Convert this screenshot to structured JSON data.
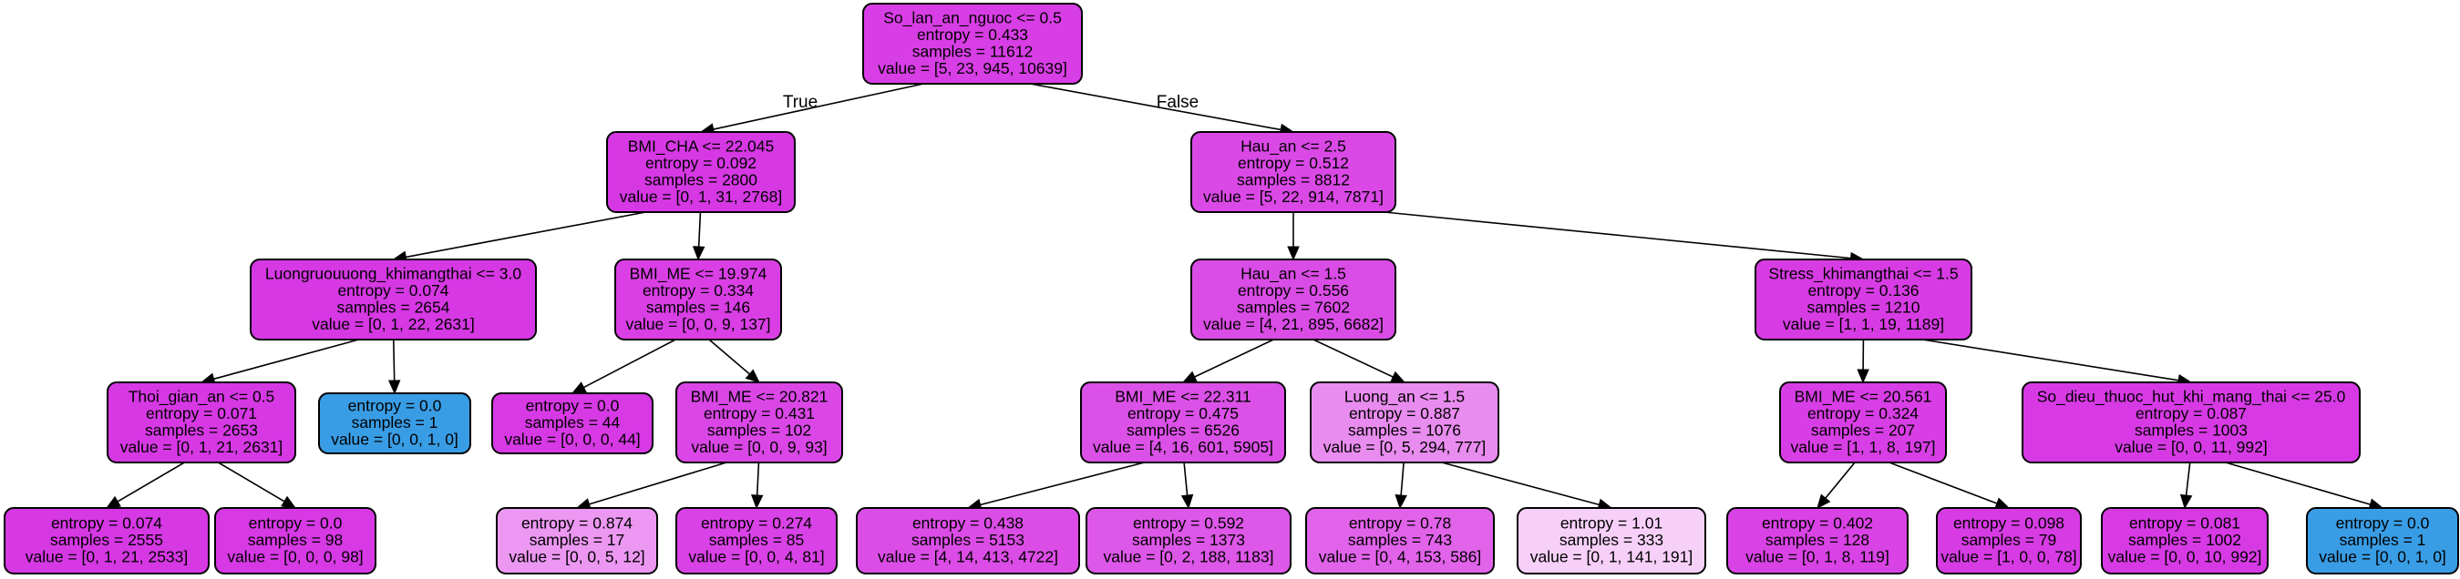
{
  "tree": {
    "nodes": [
      {
        "id": "n0",
        "fill": "#d83ee5",
        "lines": [
          "So_lan_an_nguoc <= 0.5",
          "entropy = 0.433",
          "samples = 11612",
          "value = [5, 23, 945, 10639]"
        ]
      },
      {
        "id": "n1",
        "fill": "#d638e4",
        "lines": [
          "BMI_CHA <= 22.045",
          "entropy = 0.092",
          "samples = 2800",
          "value = [0, 1, 31, 2768]"
        ]
      },
      {
        "id": "n2",
        "fill": "#da49e6",
        "lines": [
          "Hau_an <= 2.5",
          "entropy = 0.512",
          "samples = 8812",
          "value = [5, 22, 914, 7871]"
        ]
      },
      {
        "id": "n3",
        "fill": "#d638e4",
        "lines": [
          "Luongruouuong_khimangthai <= 3.0",
          "entropy = 0.074",
          "samples = 2654",
          "value = [0, 1, 22, 2631]"
        ]
      },
      {
        "id": "n4",
        "fill": "#d93fe5",
        "lines": [
          "BMI_ME <= 19.974",
          "entropy = 0.334",
          "samples = 146",
          "value = [0, 0, 9, 137]"
        ]
      },
      {
        "id": "n5",
        "fill": "#da4ce6",
        "lines": [
          "Hau_an <= 1.5",
          "entropy = 0.556",
          "samples = 7602",
          "value = [4, 21, 895, 6682]"
        ]
      },
      {
        "id": "n6",
        "fill": "#d73ce4",
        "lines": [
          "Stress_khimangthai <= 1.5",
          "entropy = 0.136",
          "samples = 1210",
          "value = [1, 1, 19, 1189]"
        ]
      },
      {
        "id": "n7",
        "fill": "#d638e4",
        "lines": [
          "Thoi_gian_an <= 0.5",
          "entropy = 0.071",
          "samples = 2653",
          "value = [0, 1, 21, 2631]"
        ]
      },
      {
        "id": "n8",
        "fill": "#399de5",
        "lines": [
          "entropy = 0.0",
          "samples = 1",
          "value = [0, 0, 1, 0]"
        ]
      },
      {
        "id": "n9",
        "fill": "#d739e5",
        "lines": [
          "entropy = 0.0",
          "samples = 44",
          "value = [0, 0, 0, 44]"
        ]
      },
      {
        "id": "n10",
        "fill": "#da47e6",
        "lines": [
          "BMI_ME <= 20.821",
          "entropy = 0.431",
          "samples = 102",
          "value = [0, 0, 9, 93]"
        ]
      },
      {
        "id": "n11",
        "fill": "#db51e7",
        "lines": [
          "BMI_ME <= 22.311",
          "entropy = 0.475",
          "samples = 6526",
          "value = [4, 16, 601, 5905]"
        ]
      },
      {
        "id": "n12",
        "fill": "#e98cef",
        "lines": [
          "Luong_an <= 1.5",
          "entropy = 0.887",
          "samples = 1076",
          "value = [0, 5, 294, 777]"
        ]
      },
      {
        "id": "n13",
        "fill": "#d83ee5",
        "lines": [
          "BMI_ME <= 20.561",
          "entropy = 0.324",
          "samples = 207",
          "value = [1, 1, 8, 197]"
        ]
      },
      {
        "id": "n14",
        "fill": "#d73ae5",
        "lines": [
          "So_dieu_thuoc_hut_khi_mang_thai <= 25.0",
          "entropy = 0.087",
          "samples = 1003",
          "value = [0, 0, 11, 992]"
        ]
      },
      {
        "id": "n15",
        "fill": "#d638e4",
        "lines": [
          "entropy = 0.074",
          "samples = 2555",
          "value = [0, 1, 21, 2533]"
        ]
      },
      {
        "id": "n16",
        "fill": "#d739e5",
        "lines": [
          "entropy = 0.0",
          "samples = 98",
          "value = [0, 0, 0, 98]"
        ]
      },
      {
        "id": "n17",
        "fill": "#ec98f2",
        "lines": [
          "entropy = 0.874",
          "samples = 17",
          "value = [0, 0, 5, 12]"
        ]
      },
      {
        "id": "n18",
        "fill": "#d942e6",
        "lines": [
          "entropy = 0.274",
          "samples = 85",
          "value = [0, 0, 4, 81]"
        ]
      },
      {
        "id": "n19",
        "fill": "#db4de6",
        "lines": [
          "entropy = 0.438",
          "samples = 5153",
          "value = [4, 14, 413, 4722]"
        ]
      },
      {
        "id": "n20",
        "fill": "#dd57e8",
        "lines": [
          "entropy = 0.592",
          "samples = 1373",
          "value = [0, 2, 188, 1183]"
        ]
      },
      {
        "id": "n21",
        "fill": "#e163ea",
        "lines": [
          "entropy = 0.78",
          "samples = 743",
          "value = [0, 4, 153, 586]"
        ]
      },
      {
        "id": "n22",
        "fill": "#f7d0f9",
        "lines": [
          "entropy = 1.01",
          "samples = 333",
          "value = [0, 1, 141, 191]"
        ]
      },
      {
        "id": "n23",
        "fill": "#d943e5",
        "lines": [
          "entropy = 0.402",
          "samples = 128",
          "value = [0, 1, 8, 119]"
        ]
      },
      {
        "id": "n24",
        "fill": "#d73be4",
        "lines": [
          "entropy = 0.098",
          "samples = 79",
          "value = [1, 0, 0, 78]"
        ]
      },
      {
        "id": "n25",
        "fill": "#d73ae5",
        "lines": [
          "entropy = 0.081",
          "samples = 1002",
          "value = [0, 0, 10, 992]"
        ]
      },
      {
        "id": "n26",
        "fill": "#399de5",
        "lines": [
          "entropy = 0.0",
          "samples = 1",
          "value = [0, 0, 1, 0]"
        ]
      }
    ],
    "edges": [
      {
        "from": "n0",
        "to": "n1",
        "label": "True"
      },
      {
        "from": "n0",
        "to": "n2",
        "label": "False"
      },
      {
        "from": "n1",
        "to": "n3"
      },
      {
        "from": "n1",
        "to": "n4"
      },
      {
        "from": "n2",
        "to": "n5"
      },
      {
        "from": "n2",
        "to": "n6"
      },
      {
        "from": "n3",
        "to": "n7"
      },
      {
        "from": "n3",
        "to": "n8"
      },
      {
        "from": "n4",
        "to": "n9"
      },
      {
        "from": "n4",
        "to": "n10"
      },
      {
        "from": "n5",
        "to": "n11"
      },
      {
        "from": "n5",
        "to": "n12"
      },
      {
        "from": "n6",
        "to": "n13"
      },
      {
        "from": "n6",
        "to": "n14"
      },
      {
        "from": "n7",
        "to": "n15"
      },
      {
        "from": "n7",
        "to": "n16"
      },
      {
        "from": "n10",
        "to": "n17"
      },
      {
        "from": "n10",
        "to": "n18"
      },
      {
        "from": "n11",
        "to": "n19"
      },
      {
        "from": "n11",
        "to": "n20"
      },
      {
        "from": "n12",
        "to": "n21"
      },
      {
        "from": "n12",
        "to": "n22"
      },
      {
        "from": "n13",
        "to": "n23"
      },
      {
        "from": "n13",
        "to": "n24"
      },
      {
        "from": "n14",
        "to": "n25"
      },
      {
        "from": "n14",
        "to": "n26"
      }
    ]
  }
}
